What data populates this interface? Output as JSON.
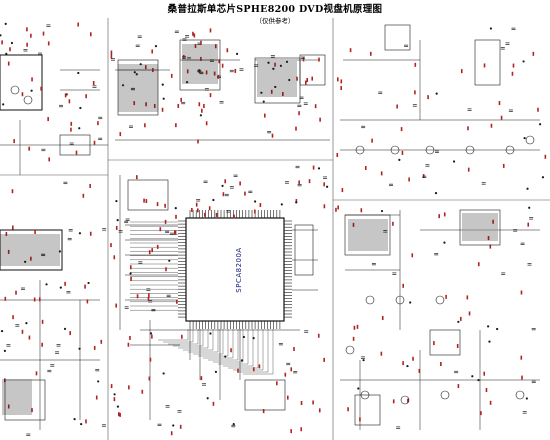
{
  "title": "桑普拉斯单芯片SPHE8200 DVD视盘机原理图",
  "subtitle": "（仅供参考）",
  "chip_label": "SPCA8200A",
  "colors": {
    "line": "#1a1a1a",
    "component_red": "#b22222",
    "chip_fill": "#ffffff",
    "background": "#ffffff"
  }
}
